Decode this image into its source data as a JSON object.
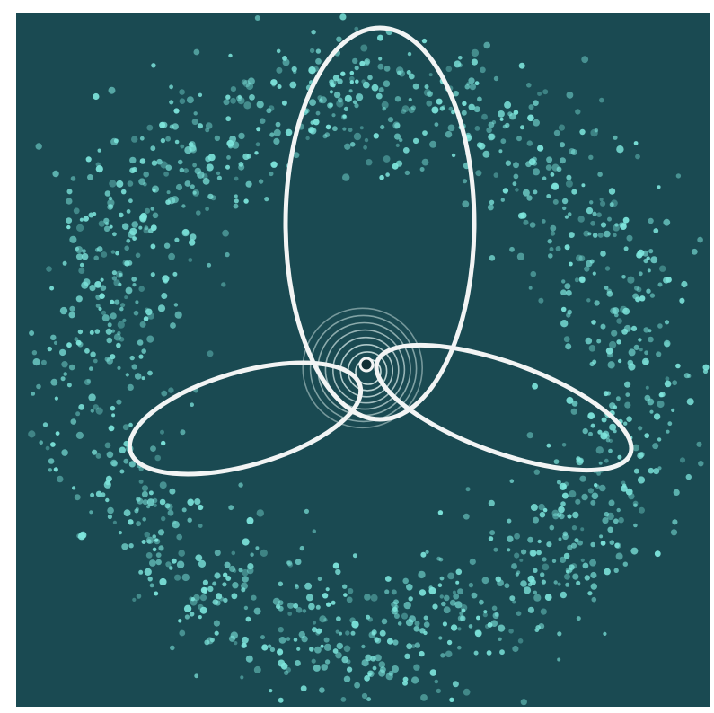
{
  "diagram": {
    "background_color": "#1a4a52",
    "frame_color": "#ffffff",
    "particle_color": "#7ee6dd",
    "orbit_color": "#f2f4f4",
    "ring_count": 8,
    "orbit_lobes": 3,
    "particle_count": 1400
  }
}
